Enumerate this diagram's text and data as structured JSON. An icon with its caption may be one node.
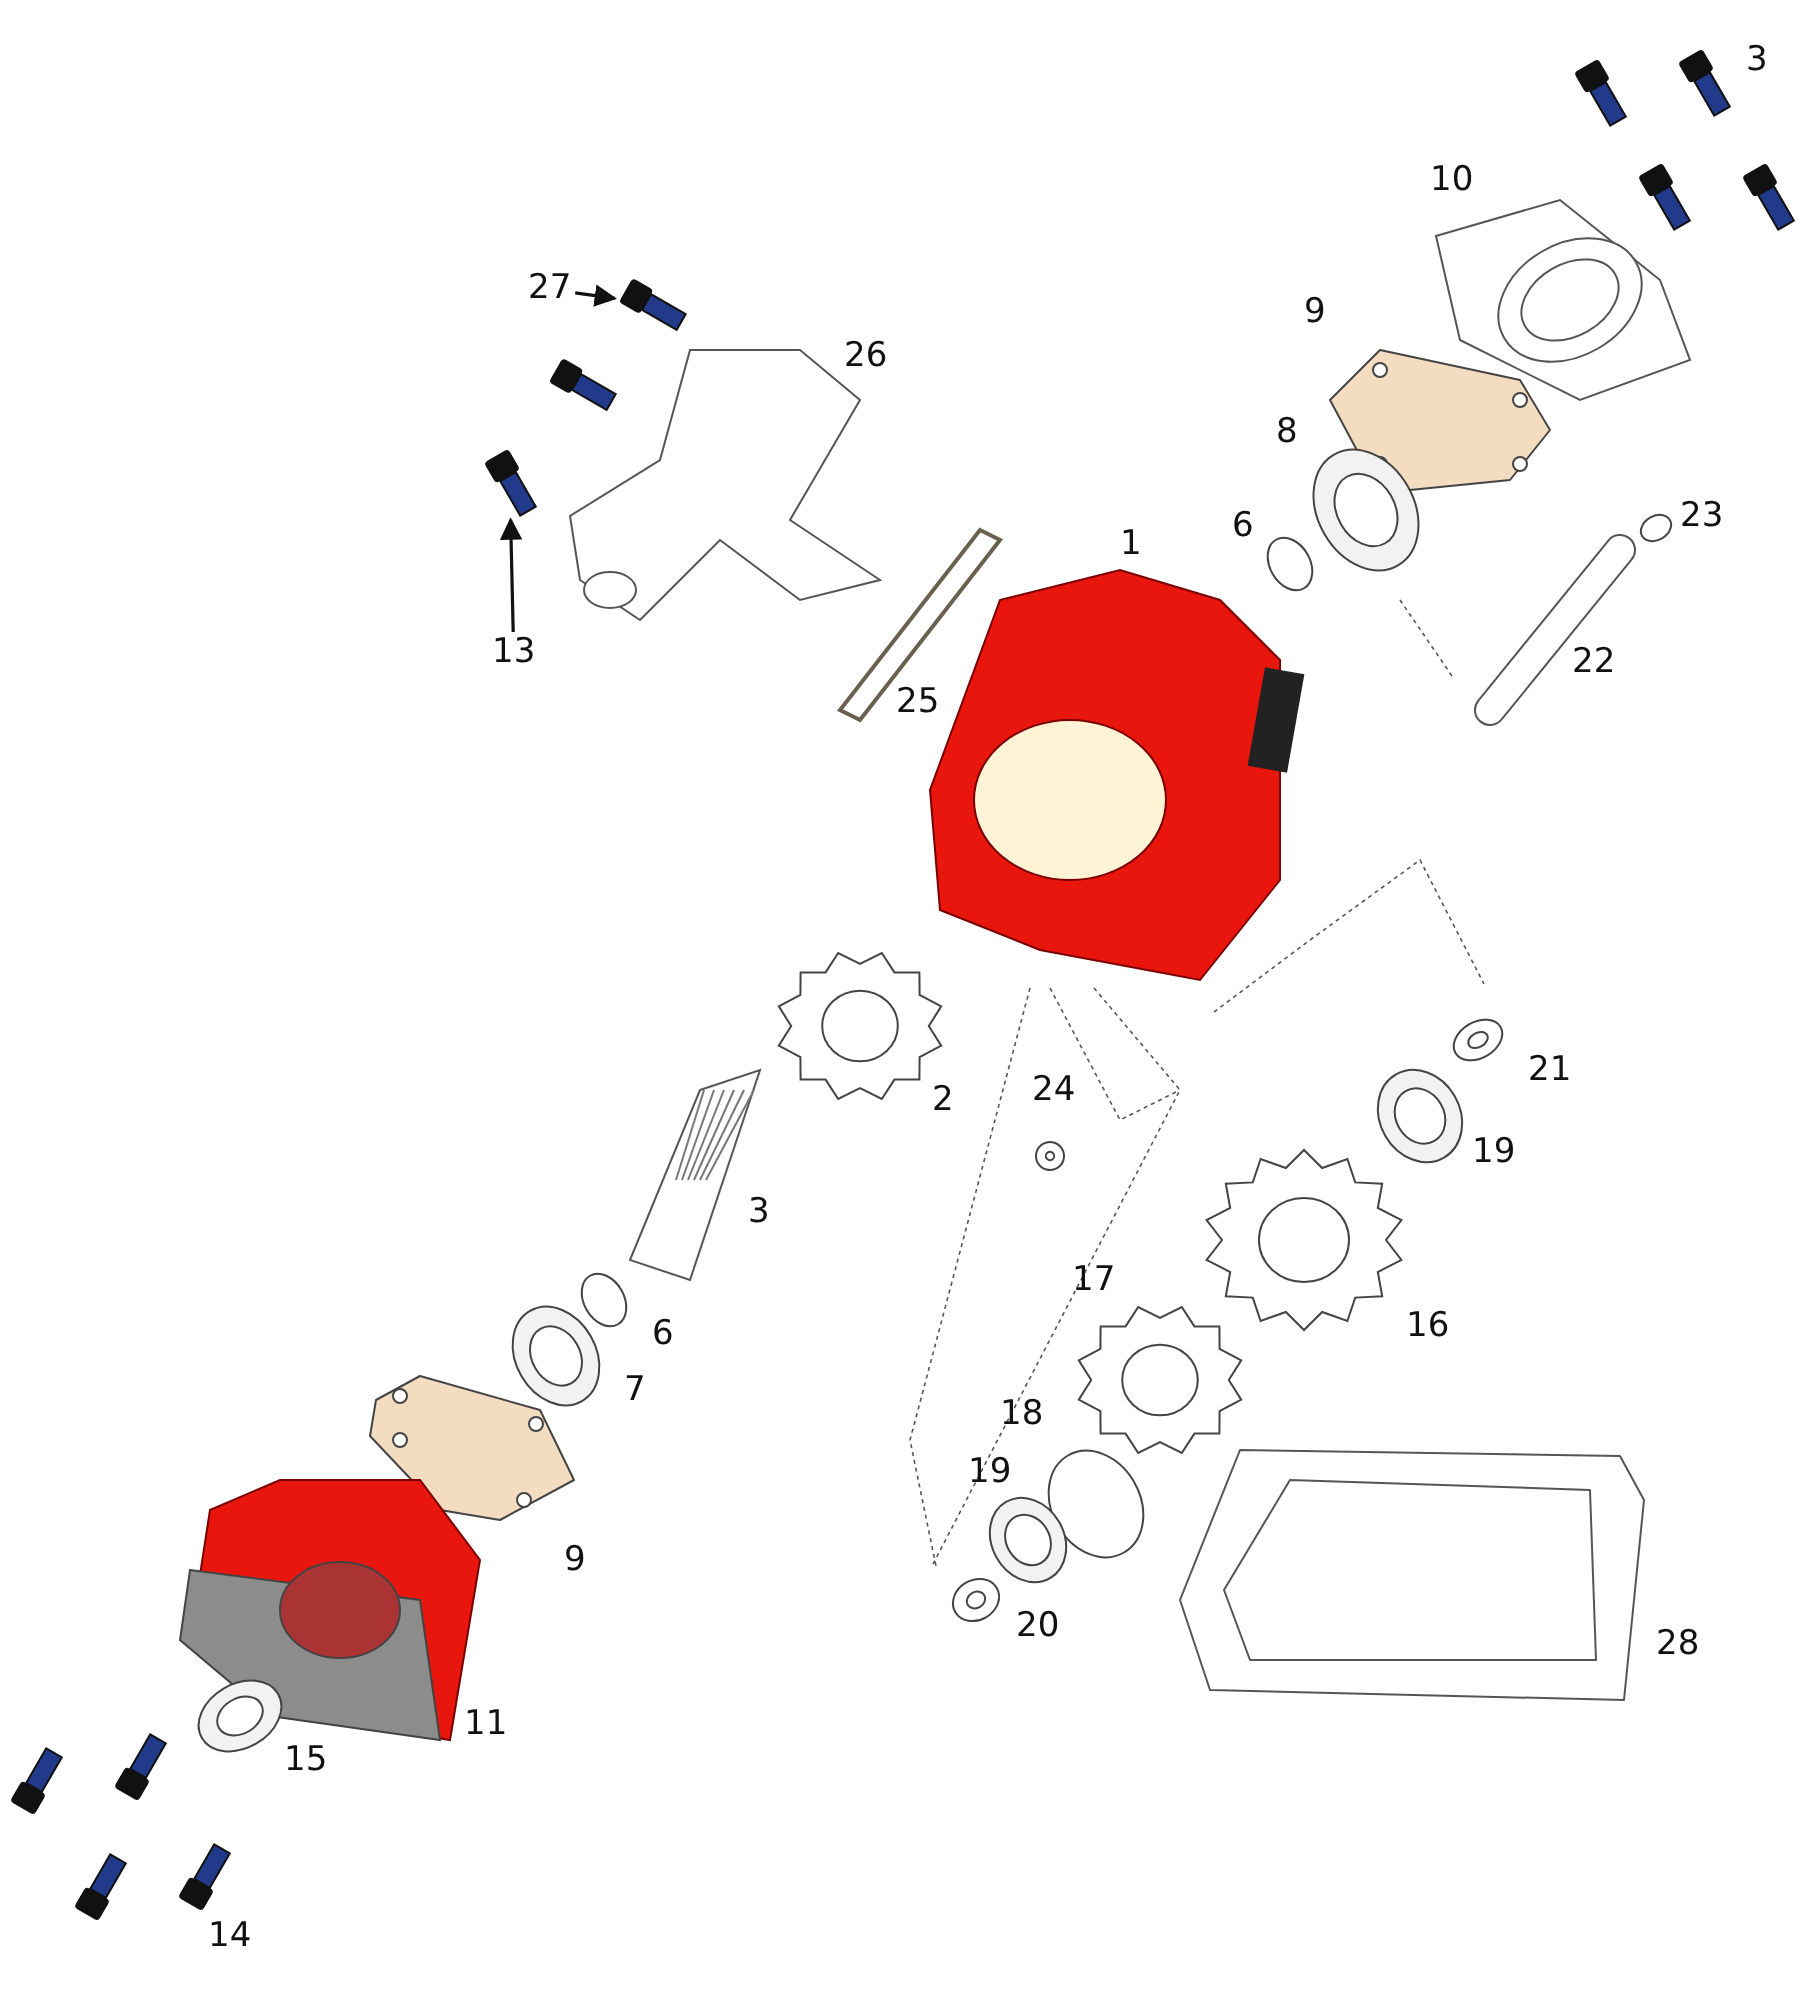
{
  "diagram": {
    "nodes": [
      {
        "text": [
          "27"
        ]
      },
      {
        "text": [],
        "shape": "picture"
      },
      {
        "text": [
          "13"
        ]
      },
      {
        "text": [],
        "shape": "picture"
      }
    ],
    "edges": [
      {
        "from": 0,
        "to": 1,
        "arrow": "to"
      },
      {
        "from": 2,
        "to": 3,
        "arrow": "to"
      }
    ],
    "labels": [
      "3",
      "10",
      "9",
      "26",
      "8",
      "6",
      "23",
      "1",
      "22",
      "25",
      "2",
      "24",
      "21",
      "19",
      "3",
      "17",
      "16",
      "6",
      "7",
      "18",
      "19",
      "9",
      "20",
      "28",
      "11",
      "15",
      "14"
    ]
  }
}
